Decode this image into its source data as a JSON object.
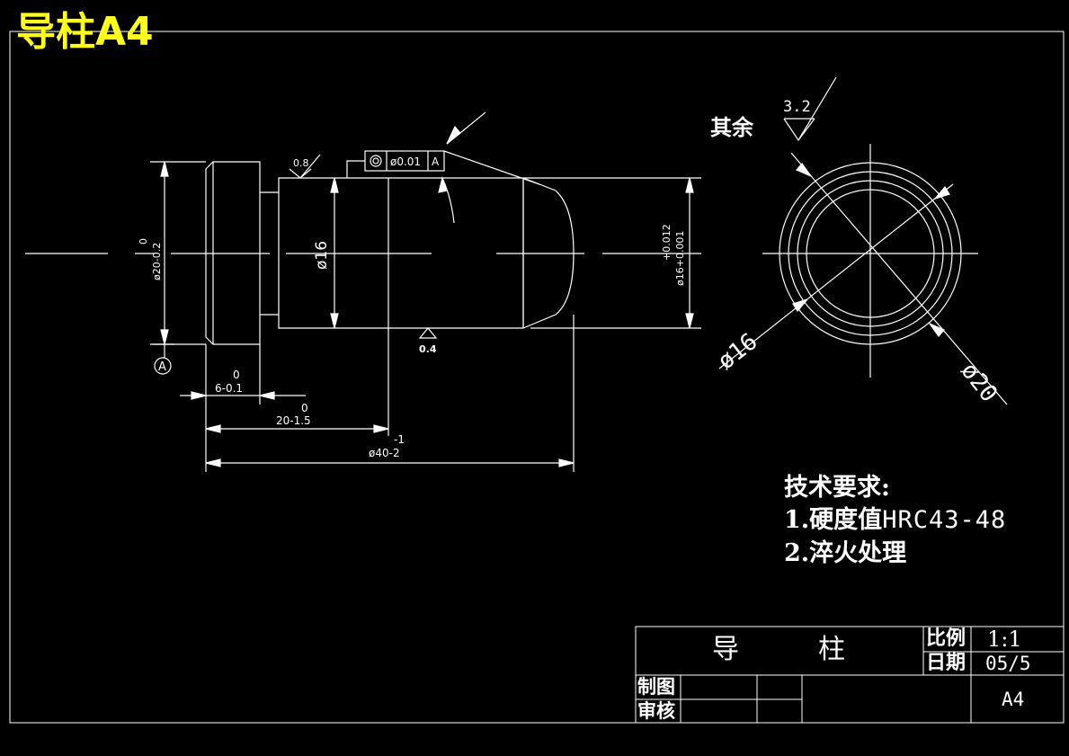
{
  "sheet_title": "导柱A4",
  "front_view": {
    "dimensions": {
      "flange_dia": "ø20-0.2",
      "flange_dia_upper": "0",
      "body_dia": "ø16",
      "fit_dia": "ø16+0.001",
      "fit_dia_upper": "+0.012",
      "flange_len": "6-0.1",
      "flange_len_upper": "0",
      "shoulder_len": "20-1.5",
      "shoulder_len_upper": "0",
      "total_len": "ø40-2",
      "total_len_upper": "-1"
    },
    "roughness": {
      "top": "0.8",
      "bottom": "0.4"
    },
    "tolerance_frame": {
      "value": "ø0.01",
      "datum": "A"
    },
    "datum": "A"
  },
  "side_view": {
    "roughness_note": "其余",
    "roughness_value": "3.2",
    "inner_dia": "ø16",
    "outer_dia": "ø20"
  },
  "tech_requirements": {
    "heading": "技术要求:",
    "item1_prefix": "1.硬度值",
    "item1_value": "HRC43-48",
    "item2": "2.淬火处理"
  },
  "title_block": {
    "part_name_1": "导",
    "part_name_2": "柱",
    "scale_label": "比例",
    "scale_value": "1:1",
    "date_label": "日期",
    "date_value": "05/5",
    "drawn_label": "制图",
    "checked_label": "审核",
    "sheet_size": "A4"
  }
}
